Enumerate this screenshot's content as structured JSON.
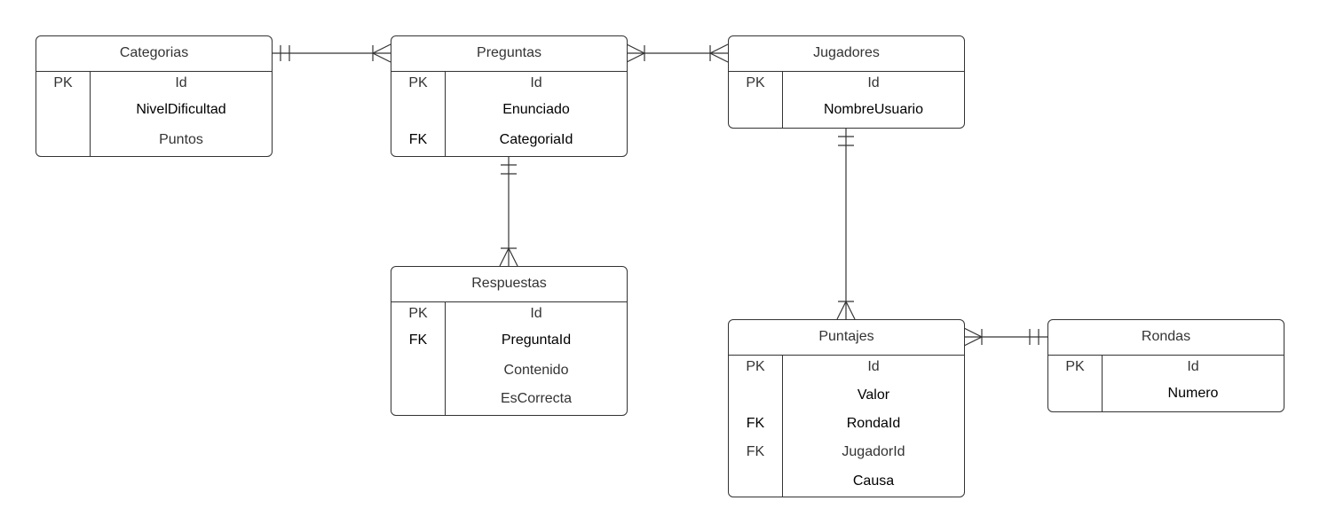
{
  "entities": {
    "categorias": {
      "title": "Categorias",
      "rows": [
        {
          "key": "PK",
          "field": "Id"
        },
        {
          "key": "",
          "field": "NivelDificultad"
        },
        {
          "key": "",
          "field": "Puntos"
        }
      ]
    },
    "preguntas": {
      "title": "Preguntas",
      "rows": [
        {
          "key": "PK",
          "field": "Id"
        },
        {
          "key": "",
          "field": "Enunciado"
        },
        {
          "key": "FK",
          "field": "CategoriaId"
        }
      ]
    },
    "jugadores": {
      "title": "Jugadores",
      "rows": [
        {
          "key": "PK",
          "field": "Id"
        },
        {
          "key": "",
          "field": "NombreUsuario"
        }
      ]
    },
    "respuestas": {
      "title": "Respuestas",
      "rows": [
        {
          "key": "PK",
          "field": "Id"
        },
        {
          "key": "FK",
          "field": "PreguntaId"
        },
        {
          "key": "",
          "field": "Contenido"
        },
        {
          "key": "",
          "field": "EsCorrecta"
        }
      ]
    },
    "puntajes": {
      "title": "Puntajes",
      "rows": [
        {
          "key": "PK",
          "field": "Id"
        },
        {
          "key": "",
          "field": "Valor"
        },
        {
          "key": "FK",
          "field": "RondaId"
        },
        {
          "key": "FK",
          "field": "JugadorId"
        },
        {
          "key": "",
          "field": "Causa"
        }
      ]
    },
    "rondas": {
      "title": "Rondas",
      "rows": [
        {
          "key": "PK",
          "field": "Id"
        },
        {
          "key": "",
          "field": "Numero"
        }
      ]
    }
  },
  "relationships": [
    {
      "from": "categorias",
      "to": "preguntas",
      "from_cardinality": "one-and-only-one",
      "to_cardinality": "one-or-many"
    },
    {
      "from": "preguntas",
      "to": "jugadores",
      "from_cardinality": "one-or-many",
      "to_cardinality": "one-or-many"
    },
    {
      "from": "preguntas",
      "to": "respuestas",
      "from_cardinality": "one-and-only-one",
      "to_cardinality": "one-or-many"
    },
    {
      "from": "jugadores",
      "to": "puntajes",
      "from_cardinality": "one-and-only-one",
      "to_cardinality": "one-or-many"
    },
    {
      "from": "puntajes",
      "to": "rondas",
      "from_cardinality": "one-or-many",
      "to_cardinality": "one-and-only-one"
    }
  ]
}
